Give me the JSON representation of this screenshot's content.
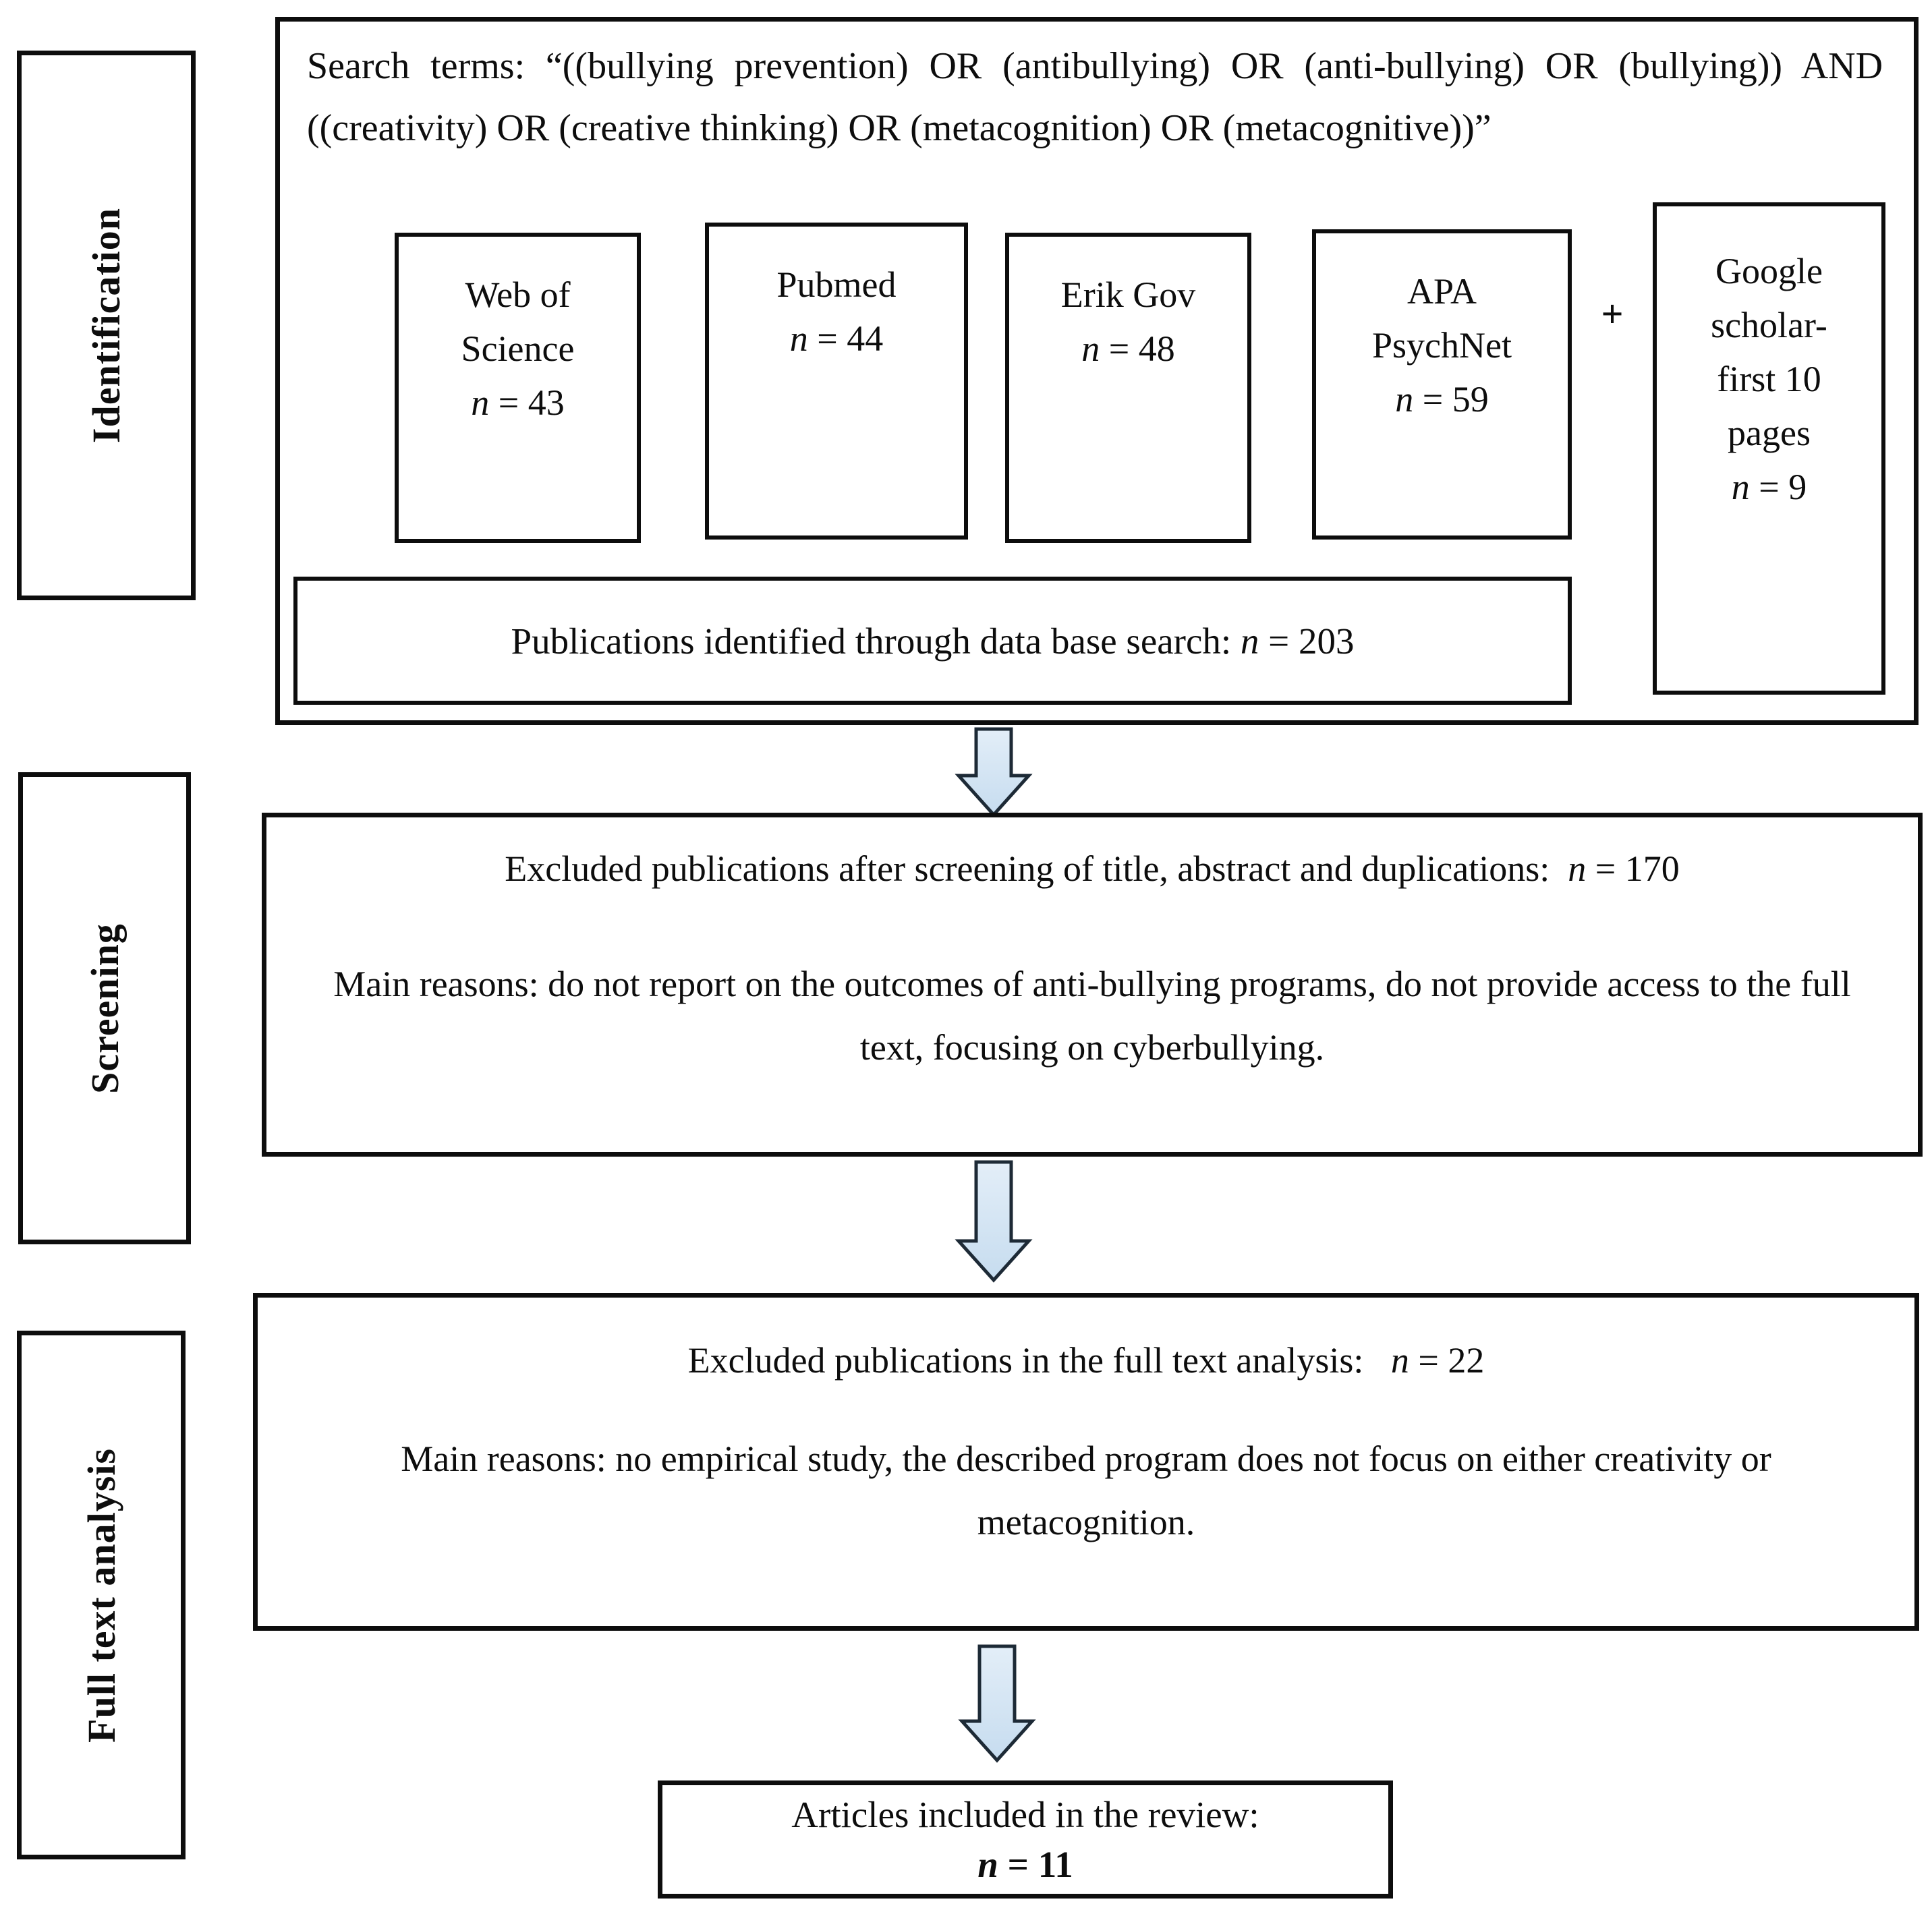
{
  "stages": [
    {
      "label": "Identification"
    },
    {
      "label": "Screening"
    },
    {
      "label": "Full text analysis"
    }
  ],
  "search_terms": {
    "line1": "Search terms: “((bullying prevention) OR (antibullying) OR (anti-bullying) OR (bullying)) AND",
    "line2": "((creativity) OR (creative thinking) OR (metacognition) OR (metacognitive))”"
  },
  "databases": [
    {
      "name": "Web of\nScience",
      "n": "n",
      "value": " = 43"
    },
    {
      "name": "Pubmed",
      "n": "n",
      "value": " = 44"
    },
    {
      "name": "Erik Gov",
      "n": "n",
      "value": " = 48"
    },
    {
      "name": "APA\nPsychNet",
      "n": "n",
      "value": " = 59"
    },
    {
      "name": "Google\nscholar-\nfirst 10\npages",
      "n": "n",
      "value": " = 9"
    }
  ],
  "plus": "+",
  "identified_box": {
    "text": "Publications identified through data base search: ",
    "n": "n",
    "value": " = 203"
  },
  "screening_box": {
    "excluded": "Excluded publications after screening of title, abstract and duplications:  ",
    "n": "n",
    "value": " = 170",
    "reasons": "Main reasons: do not report on the outcomes of anti-bullying programs, do not provide access to the full\ntext, focusing on cyberbullying."
  },
  "full_text_box": {
    "excluded": "Excluded publications in the full text analysis:   ",
    "n": "n",
    "value": " = 22",
    "reasons": "Main reasons: no empirical study, the described program does not focus on either creativity or\nmetacognition."
  },
  "included_box": {
    "text": "Articles included in the review:",
    "n": "n",
    "value": " = 11"
  },
  "colors": {
    "border": "#0d0d0d",
    "arrow_fill_light": "#e3eef8",
    "arrow_fill_dark": "#c6dcef",
    "arrow_outline": "#1d2a36"
  }
}
